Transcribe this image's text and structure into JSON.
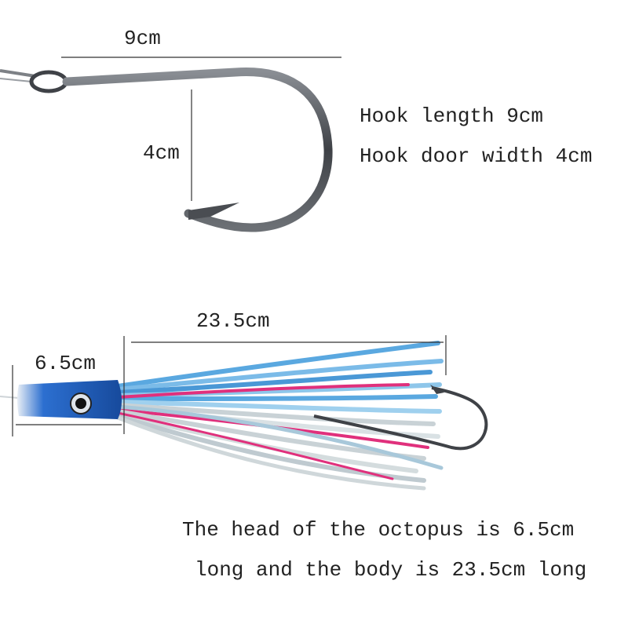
{
  "hook": {
    "length_label": "9cm",
    "gap_label": "4cm"
  },
  "specs": {
    "line_1": "Hook length 9cm",
    "line_2": "Hook door width 4cm"
  },
  "lure": {
    "body_label": "23.5cm",
    "head_label": "6.5cm"
  },
  "caption": {
    "line_1": "The head of the octopus is 6.5cm",
    "line_2": "long and the body is 23.5cm long"
  },
  "colors": {
    "hook_steel": "#4a4d52",
    "head_blue": "#1f5fbf",
    "skirt_blue": "#5aa8e0",
    "skirt_pink": "#e0307c",
    "skirt_silver": "#c9d2d6"
  }
}
